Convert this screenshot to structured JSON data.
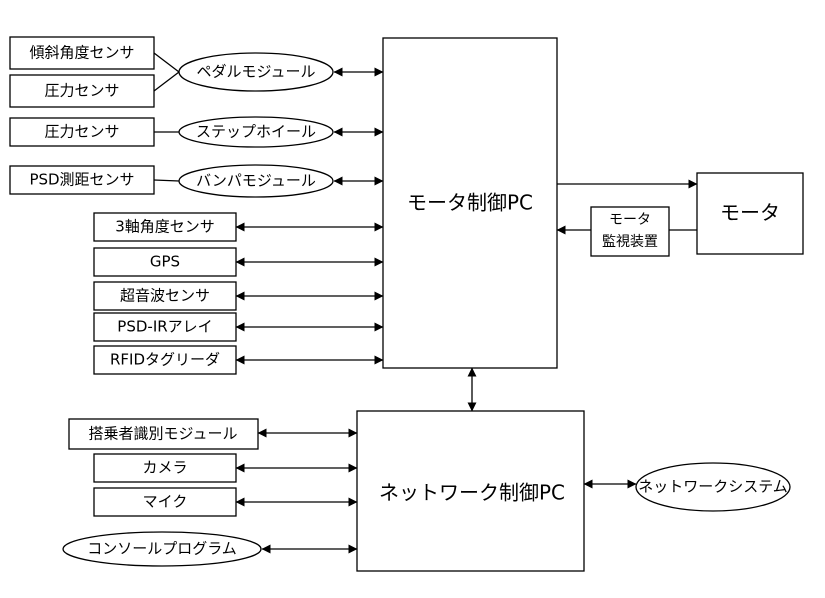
{
  "blocks": {
    "motor_pc": "モータ制御PC",
    "network_pc": "ネットワーク制御PC",
    "motor": "モータ",
    "motor_monitor_line1": "モータ",
    "motor_monitor_line2": "監視装置"
  },
  "modules": {
    "pedal": "ペダルモジュール",
    "step_wheel": "ステップホイール",
    "bumper": "バンパモジュール",
    "network_system": "ネットワークシステム",
    "console": "コンソールプログラム"
  },
  "sensors": {
    "tilt_sensor": "傾斜角度センサ",
    "pressure_sensor_pedal": "圧力センサ",
    "pressure_sensor_step": "圧力センサ",
    "psd_range_sensor": "PSD測距センサ",
    "three_axis_sensor": "3軸角度センサ",
    "gps": "GPS",
    "ultrasonic_sensor": "超音波センサ",
    "psd_ir_array": "PSD-IRアレイ",
    "rfid_reader": "RFIDタグリーダ",
    "rider_id_module": "搭乗者識別モジュール",
    "camera": "カメラ",
    "microphone": "マイク"
  }
}
